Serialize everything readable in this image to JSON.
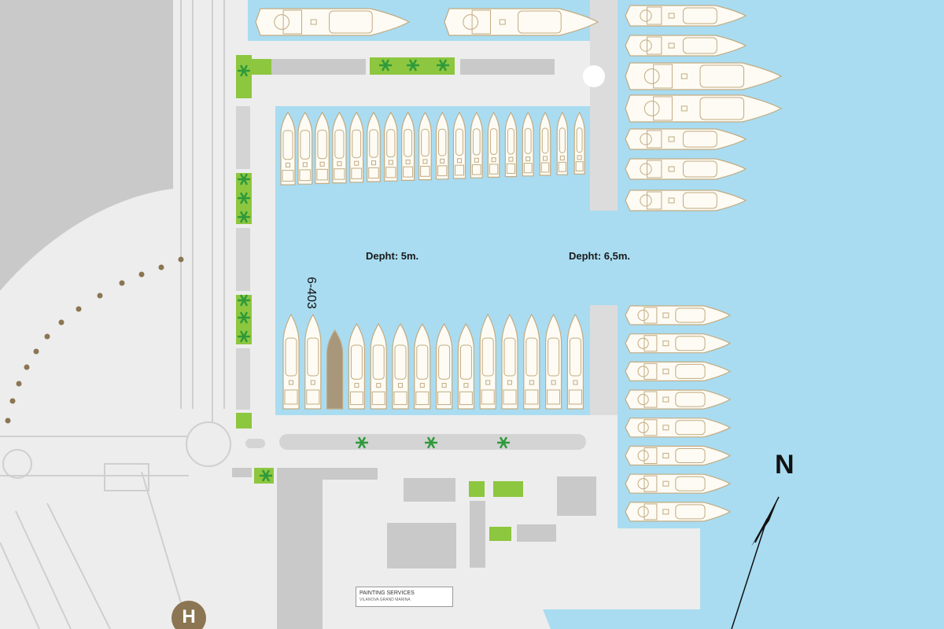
{
  "labels": {
    "depth_inner": "Depht: 5m.",
    "depth_outer": "Depht: 6,5m.",
    "berth_highlight": "6-403",
    "north": "N",
    "helipad": "H",
    "painting_services": "PAINTING SERVICES",
    "painting_sub": "VILANOVA GRAND MARINA"
  },
  "colors": {
    "water": "#a9dcf1",
    "land": "#ededed",
    "pier": "#dcdcdc",
    "building": "#c9c9c9",
    "green": "#8dc63f",
    "boat_fill": "#fdfbf3",
    "boat_stroke": "#c2ab82",
    "boat_highlight": "#a8977a"
  },
  "boats": {
    "top_pair": 2,
    "inner_north_row": 18,
    "inner_south_row": 14,
    "inner_south_highlight_index": 2,
    "outer_north_column": 7,
    "outer_south_column": 8
  }
}
